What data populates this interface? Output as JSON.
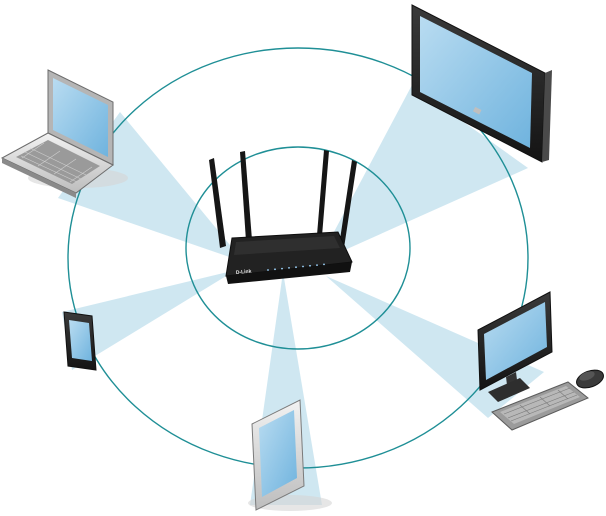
{
  "diagram": {
    "hub": {
      "device": "router-icon",
      "brand_text": "D-Link",
      "antennas": 4,
      "status_leds": 9
    },
    "coverage_rings": 2,
    "ring_color": "#1f8f96",
    "beam_color": "#c7e3ef",
    "screen_color": "#8ec5e6",
    "device_body_color": "#2a2a2a",
    "clients": [
      {
        "icon": "laptop-icon"
      },
      {
        "icon": "tv-icon"
      },
      {
        "icon": "tablet-small-icon"
      },
      {
        "icon": "tablet-large-icon"
      },
      {
        "icon": "desktop-pc-icon"
      }
    ]
  }
}
